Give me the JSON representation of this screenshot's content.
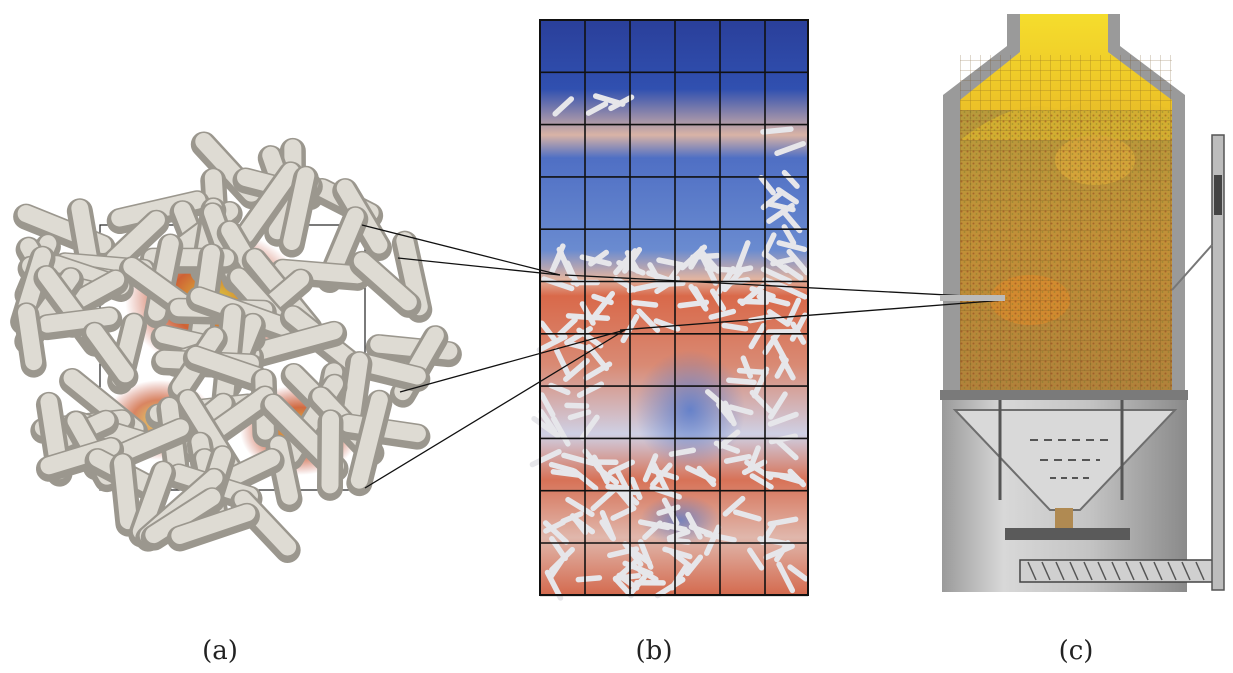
{
  "figure": {
    "captions": {
      "a": "(a)",
      "b": "(b)",
      "c": "(c)"
    },
    "panels": [
      {
        "id": "a",
        "content": "packed-rod-particle-cluster",
        "colors": {
          "rod": "#c9c6bd",
          "rod_edge": "#9e9a90",
          "flow_hot": "#d23a1c",
          "flow_warm": "#e0c21a"
        }
      },
      {
        "id": "b",
        "content": "2d-cfd-field-with-rods",
        "grid": true,
        "colors": {
          "cool": "#2c45a0",
          "mid": "#8ea6d8",
          "warm": "#d96a4a",
          "grid_line": "#111111"
        }
      },
      {
        "id": "c",
        "content": "reactor-vessel-packed-bed",
        "colors": {
          "bed": "#c8a23a",
          "bed_hot": "#e0862a",
          "freeboard": "#f2d42a",
          "shell": "#8c8c8c",
          "hopper": "#bdbdbd"
        }
      }
    ]
  }
}
